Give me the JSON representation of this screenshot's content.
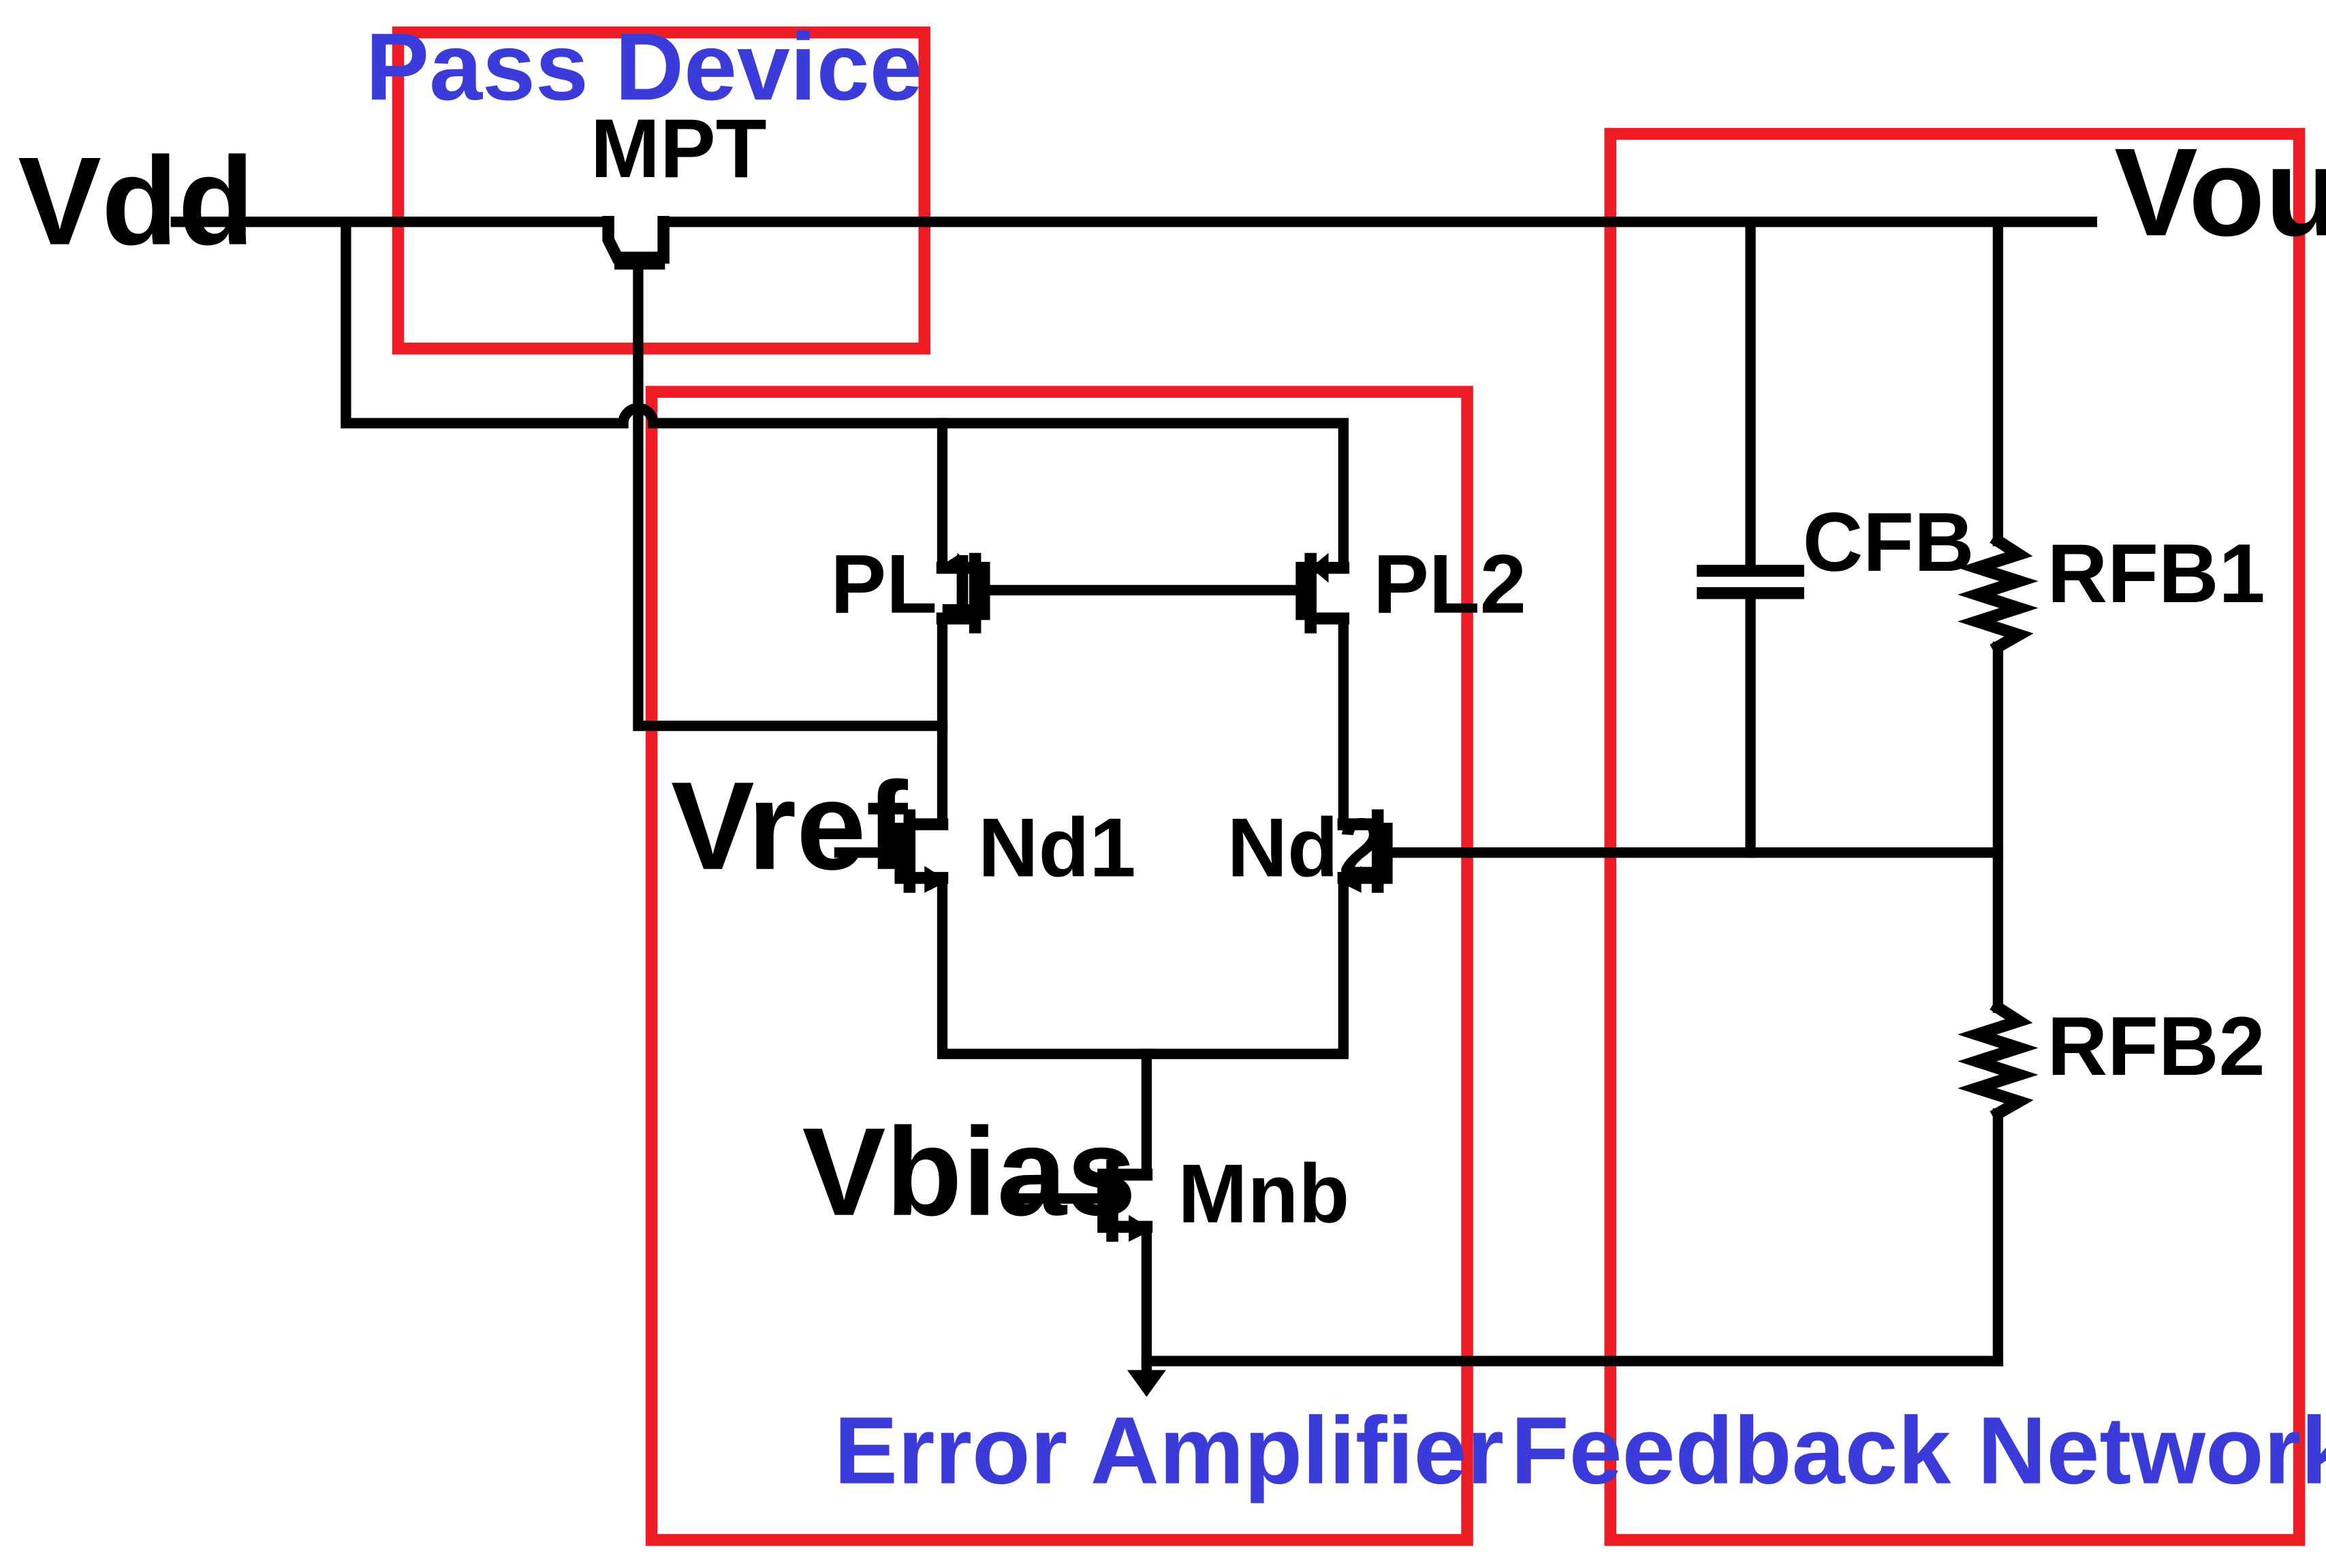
{
  "diagram": {
    "colors": {
      "region_border": "#ee1c25",
      "region_label": "#3b3bd9",
      "wire": "#000000"
    },
    "regions": {
      "pass_device": "Pass Device",
      "error_amplifier": "Error Amplifier",
      "feedback_network": "Feedback Network"
    },
    "terminals": {
      "vdd": "Vdd",
      "vout": "Vout",
      "vref": "Vref",
      "vbias": "Vbias"
    },
    "components": {
      "mpt": "MPT",
      "pl1": "PL1",
      "pl2": "PL2",
      "nd1": "Nd1",
      "nd2": "Nd2",
      "mnb": "Mnb",
      "cfb": "CFB",
      "rfb1": "RFB1",
      "rfb2": "RFB2"
    }
  }
}
